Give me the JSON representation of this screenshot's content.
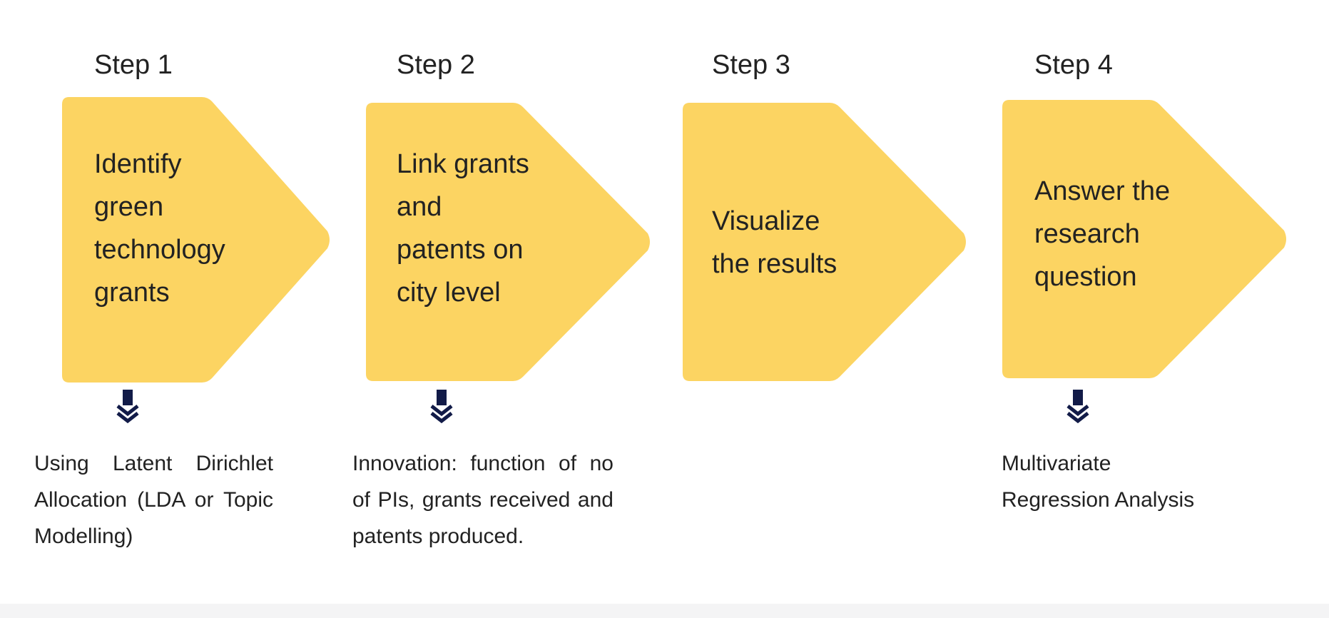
{
  "colors": {
    "box_fill": "#fcd462",
    "arrow": "#121b48",
    "text": "#222222"
  },
  "steps": [
    {
      "label": "Step 1",
      "text": "Identify\ngreen\ntechnology\ngrants",
      "note": "Using Latent Dirichlet Allocation (LDA or Topic Modelling)",
      "arrow_icon": "arrow-down-icon"
    },
    {
      "label": "Step 2",
      "text": "Link grants\nand\npatents on\ncity level",
      "note": "Innovation: function of no of PIs, grants received and patents produced.",
      "arrow_icon": "arrow-down-icon"
    },
    {
      "label": "Step 3",
      "text": "Visualize\nthe results"
    },
    {
      "label": "Step 4",
      "text": "Answer the\nresearch\nquestion",
      "note": "Multivariate\nRegression Analysis",
      "arrow_icon": "arrow-down-icon"
    }
  ]
}
